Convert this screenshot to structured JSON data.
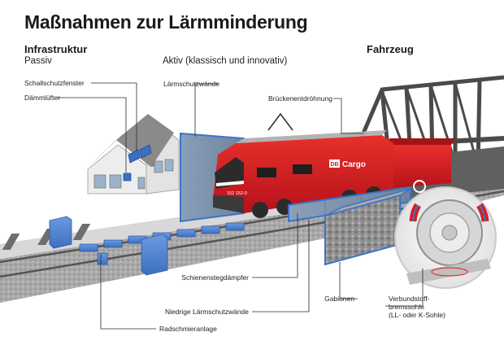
{
  "title": "Maßnahmen zur Lärmminderung",
  "sections": {
    "infrastructure": "Infrastruktur",
    "passive": "Passiv",
    "active": "Aktiv (klassisch und innovativ)",
    "vehicle": "Fahrzeug"
  },
  "labels": {
    "schallschutzfenster": "Schallschutzfenster",
    "daemmluefter": "Dämmlüfter",
    "laermschutzwaende": "Lärmschutzwände",
    "brueckenentdroehnung": "Brückenentdröhnung",
    "schienenstegdaempfer": "Schienenstegdämpfer",
    "niedrige_laermschutzwaende": "Niedrige Lärmschutzwände",
    "radschmieranlage": "Radschmieranlage",
    "gabionen": "Gabionen",
    "verbundstoff_line1": "Verbundstoff-",
    "verbundstoff_line2": "bremssohle",
    "verbundstoff_line3": "(LL- oder K-Sohle)"
  },
  "train": {
    "logo": "DB",
    "brand": "Cargo",
    "number": "152 152-0"
  },
  "colors": {
    "highlight": "#3b73c9",
    "highlight_fill": "#5b8fdc",
    "train_red": "#d81e1e",
    "leader": "#2b2b2b"
  }
}
